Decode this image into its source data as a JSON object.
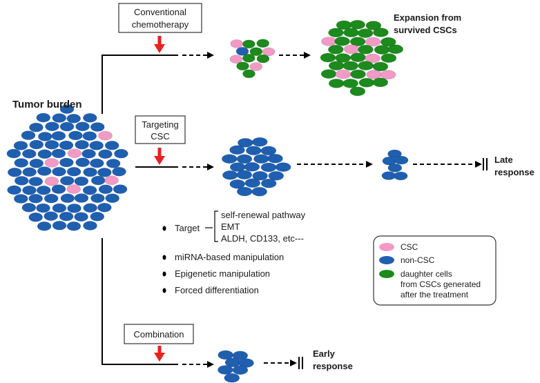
{
  "labels": {
    "conventional_line1": "Conventional",
    "conventional_line2": "chemotherapy",
    "targeting_line1": "Targeting",
    "targeting_line2": "CSC",
    "combination": "Combination",
    "tumor_burden": "Tumor burden",
    "expansion_line1": "Expansion from",
    "expansion_line2": "survived CSCs",
    "late_line1": "Late",
    "late_line2": "response",
    "early_line1": "Early",
    "early_line2": "response"
  },
  "strategies": {
    "target_label": "Target",
    "target_items": [
      "self-renewal pathway",
      "EMT",
      "ALDH, CD133, etc---"
    ],
    "items": [
      "miRNA-based manipulation",
      "Epigenetic manipulation",
      "Forced differentiation"
    ]
  },
  "legend": {
    "csc": "CSC",
    "non_csc": "non-CSC",
    "daughter_line1": "daughter cells",
    "daughter_line2": "from CSCs generated",
    "daughter_line3": "after the treatment"
  },
  "colors": {
    "csc": "#f19ac6",
    "non_csc": "#1f5fb0",
    "daughter": "#1c8a1c",
    "arrow": "#e8221e"
  }
}
